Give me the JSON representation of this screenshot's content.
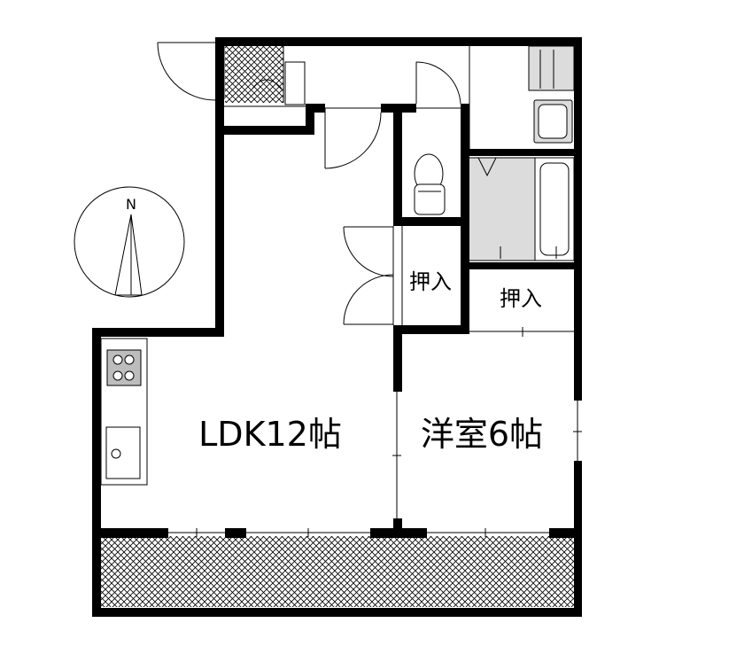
{
  "rooms": {
    "ldk": "LDK12帖",
    "western": "洋室6帖",
    "closet_left": "押入",
    "closet_right": "押入"
  },
  "compass": {
    "north": "N"
  },
  "colors": {
    "wall": "#000000",
    "fixture_fill": "#d9d9d9",
    "hatch": "#000000",
    "background": "#ffffff"
  }
}
